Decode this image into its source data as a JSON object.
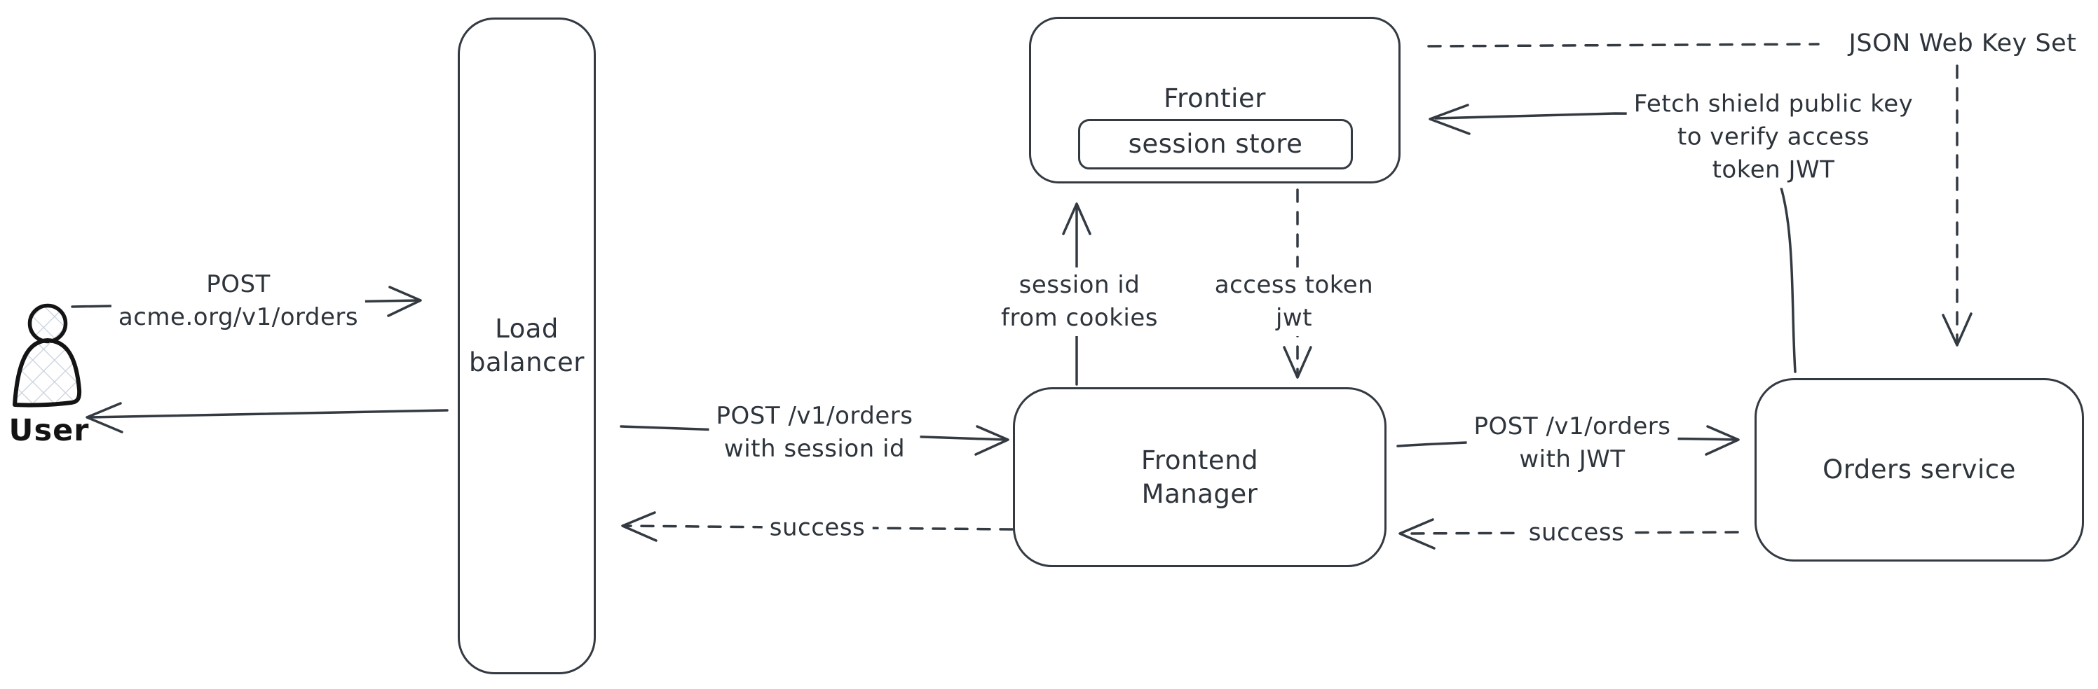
{
  "colors": {
    "stroke": "#343a42",
    "text": "#2e343c",
    "user_hatch": "#c9d2dc",
    "background": "#ffffff"
  },
  "nodes": {
    "user": {
      "label": "User"
    },
    "load_balancer": {
      "lines": [
        "Load",
        "balancer"
      ]
    },
    "frontier": {
      "label": "Frontier",
      "session_store": {
        "label": "session store"
      }
    },
    "frontend_manager": {
      "lines": [
        "Frontend",
        "Manager"
      ]
    },
    "orders_service": {
      "label": "Orders service"
    }
  },
  "edges": {
    "user_to_lb": {
      "style": "solid",
      "lines": [
        "POST",
        "acme.org/v1/orders"
      ]
    },
    "lb_to_user": {
      "style": "solid"
    },
    "lb_to_fm": {
      "style": "solid",
      "lines": [
        "POST /v1/orders",
        "with session id"
      ]
    },
    "fm_to_lb_success": {
      "style": "dashed",
      "label": "success"
    },
    "fm_to_frontier": {
      "style": "solid",
      "lines": [
        "session id",
        "from cookies"
      ]
    },
    "frontier_to_fm": {
      "style": "dashed",
      "lines": [
        "access token",
        "jwt"
      ]
    },
    "fm_to_orders": {
      "style": "solid",
      "lines": [
        "POST /v1/orders",
        "with JWT"
      ]
    },
    "orders_to_fm_success": {
      "style": "dashed",
      "label": "success"
    },
    "orders_to_frontier": {
      "style": "solid",
      "lines": [
        "Fetch shield public key",
        "to verify access",
        "token JWT"
      ]
    },
    "frontier_to_jwks": {
      "style": "dashed",
      "label": "JSON Web Key Set"
    },
    "jwks_to_orders": {
      "style": "dashed"
    }
  }
}
